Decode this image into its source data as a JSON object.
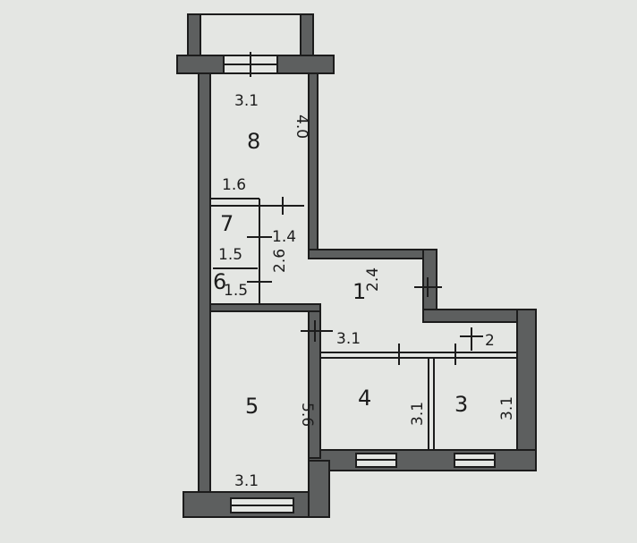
{
  "plan": {
    "rooms": [
      {
        "id": "8",
        "number": "8",
        "width": "3.1",
        "length": "4.0"
      },
      {
        "id": "7",
        "number": "7",
        "width": "1.6",
        "length": "1.4"
      },
      {
        "id": "6",
        "number": "6",
        "width": "1.5",
        "length": "2.6",
        "extra": "1.5"
      },
      {
        "id": "1",
        "number": "1",
        "width": "3.1",
        "length": "2.4"
      },
      {
        "id": "5",
        "number": "5",
        "width": "3.1",
        "length": "5.6"
      },
      {
        "id": "4",
        "number": "4",
        "length": "3.1"
      },
      {
        "id": "3",
        "number": "3",
        "width": "2",
        "length": "3.1"
      }
    ],
    "colors": {
      "wall": "#5d5f5f",
      "line": "#1c1c1c",
      "paper": "#e4e6e3"
    }
  }
}
